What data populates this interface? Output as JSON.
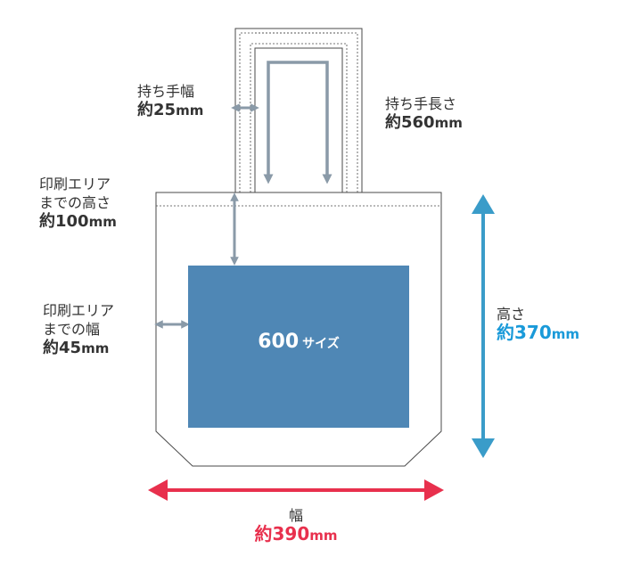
{
  "colors": {
    "outline": "#4a4a4a",
    "dim_arrow": "#8a9aa8",
    "print_area": "#4f87b5",
    "height_arrow": "#3a9cc9",
    "height_text": "#1a9ad9",
    "width_arrow": "#e8304d",
    "width_text": "#e8304d"
  },
  "print_area": {
    "number": "600",
    "suffix": "サイズ"
  },
  "handle_width": {
    "title": "持ち手幅",
    "value_prefix": "約",
    "value": "25",
    "unit": "mm"
  },
  "handle_length": {
    "title": "持ち手長さ",
    "value_prefix": "約",
    "value": "560",
    "unit": "mm"
  },
  "print_top_margin": {
    "title_line1": "印刷エリア",
    "title_line2": "までの高さ",
    "value_prefix": "約",
    "value": "100",
    "unit": "mm"
  },
  "print_side_margin": {
    "title_line1": "印刷エリア",
    "title_line2": "までの幅",
    "value_prefix": "約",
    "value": "45",
    "unit": "mm"
  },
  "bag_height": {
    "title": "高さ",
    "value_prefix": "約",
    "value": "370",
    "unit": "mm"
  },
  "bag_width": {
    "title": "幅",
    "value_prefix": "約",
    "value": "390",
    "unit": "mm"
  }
}
